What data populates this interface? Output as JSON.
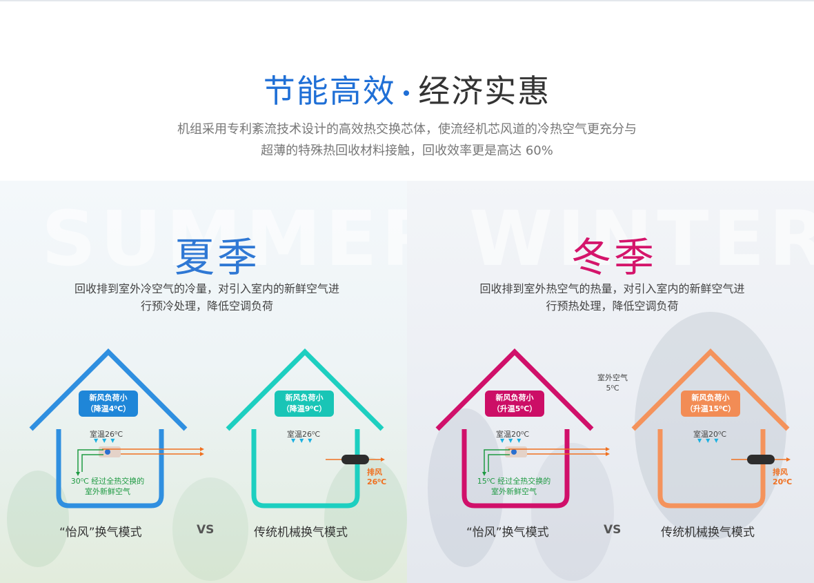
{
  "header": {
    "title_part1": "节能高效",
    "title_dot": "•",
    "title_part2": "经济实惠",
    "subtitle_line1": "机组采用专利紊流技术设计的高效热交换芯体，使流经机芯风道的冷热空气更充分与",
    "subtitle_line2": "超薄的特殊热回收材料接触，回收效率更是高达 60%"
  },
  "summer": {
    "bg_word": "SUMMER",
    "title": "夏季",
    "desc_line1": "回收排到室外冷空气的冷量，对引入室内的新鲜空气进",
    "desc_line2": "行预冷处理，降低空调负荷",
    "house1": {
      "badge_line1": "新风负荷小",
      "badge_line2": "（降温4⁰C）",
      "room_temp": "室温26⁰C",
      "fresh_line1": "30⁰C 经过全热交换的",
      "fresh_line2": "室外新鲜空气",
      "mode": "“怡风”换气模式"
    },
    "vs": "VS",
    "house2": {
      "badge_line1": "新风负荷小",
      "badge_line2": "（降温9⁰C）",
      "room_temp": "室温26⁰C",
      "exhaust_label": "排风",
      "exhaust_temp": "26⁰C",
      "mode": "传统机械换气模式"
    },
    "colors": {
      "house1": "#2f8fe0",
      "house2": "#1dcfc0",
      "fresh_arrow": "#1e9a42",
      "exhaust_arrow": "#f07020"
    }
  },
  "winter": {
    "bg_word": "WINTER",
    "title": "冬季",
    "desc_line1": "回收排到室外热空气的热量，对引入室内的新鲜空气进",
    "desc_line2": "行预热处理，降低空调负荷",
    "outdoor_label": "室外空气",
    "outdoor_temp": "5⁰C",
    "house1": {
      "badge_line1": "新风负荷小",
      "badge_line2": "（升温5⁰C）",
      "room_temp": "室温20⁰C",
      "fresh_line1": "15⁰C 经过全热交换的",
      "fresh_line2": "室外新鲜空气",
      "mode": "“怡风”换气模式"
    },
    "vs": "VS",
    "house2": {
      "badge_line1": "新风负荷小",
      "badge_line2": "（升温15⁰C）",
      "room_temp": "室温20⁰C",
      "exhaust_label": "排风",
      "exhaust_temp": "20⁰C",
      "mode": "传统机械换气模式"
    },
    "colors": {
      "house1": "#d0106a",
      "house2": "#f4935c",
      "fresh_arrow": "#1e9a42",
      "exhaust_arrow": "#f07020"
    }
  }
}
